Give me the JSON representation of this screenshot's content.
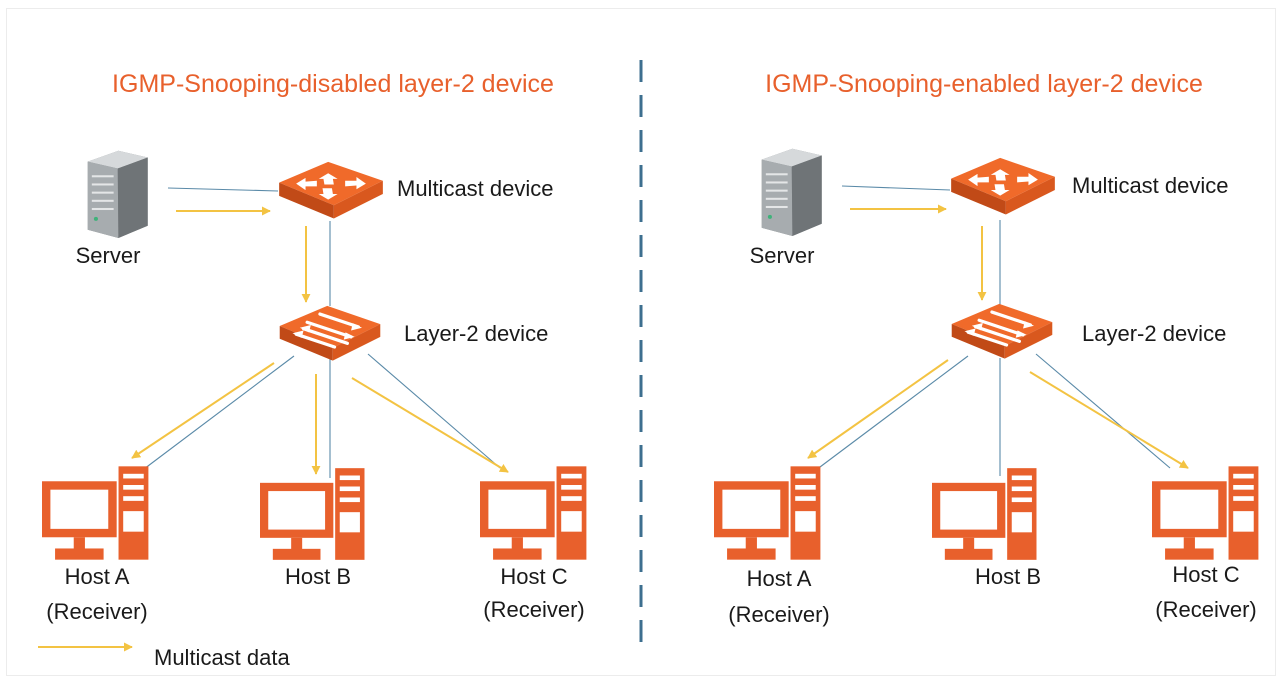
{
  "left_panel": {
    "title": "IGMP-Snooping-disabled layer-2 device",
    "server_label": "Server",
    "multicast_label": "Multicast device",
    "layer2_label": "Layer-2 device",
    "host_a_label": "Host A",
    "host_a_role": "(Receiver)",
    "host_b_label": "Host B",
    "host_c_label": "Host C",
    "host_c_role": "(Receiver)"
  },
  "right_panel": {
    "title": "IGMP-Snooping-enabled layer-2 device",
    "server_label": "Server",
    "multicast_label": "Multicast device",
    "layer2_label": "Layer-2 device",
    "host_a_label": "Host A",
    "host_a_role": "(Receiver)",
    "host_b_label": "Host B",
    "host_c_label": "Host C",
    "host_c_role": "(Receiver)"
  },
  "legend": {
    "label": "Multicast data"
  },
  "colors": {
    "accent": "#e8602c",
    "link": "#5a8aa8",
    "multicast_arrow": "#f3c343",
    "divider": "#3d6f8f"
  },
  "icons": [
    "server-icon",
    "router-icon",
    "switch-icon",
    "host-pc-icon"
  ]
}
